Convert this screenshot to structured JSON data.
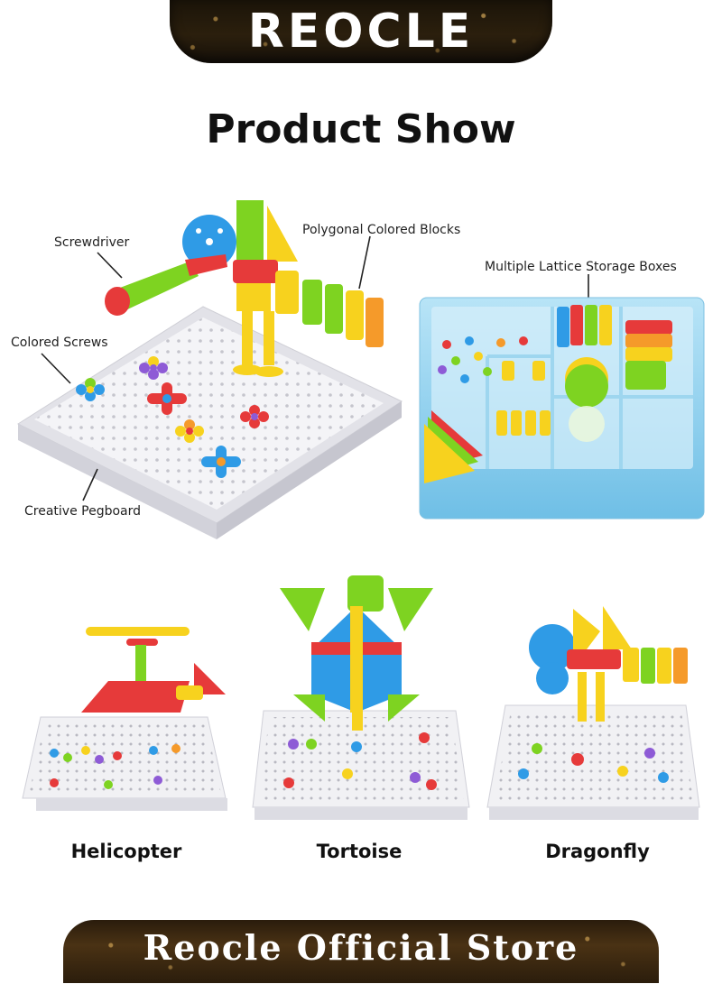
{
  "header": {
    "brand": "REOCLE"
  },
  "title": "Product Show",
  "callouts": {
    "screwdriver": "Screwdriver",
    "blocks": "Polygonal Colored Blocks",
    "storage": "Multiple Lattice Storage Boxes",
    "screws": "Colored Screws",
    "pegboard": "Creative Pegboard"
  },
  "models": [
    {
      "label": "Helicopter"
    },
    {
      "label": "Tortoise"
    },
    {
      "label": "Dragonfly"
    }
  ],
  "footer": {
    "store": "Reocle Official Store"
  },
  "colors": {
    "banner": "#2b1f0d",
    "red": "#e63a3a",
    "yellow": "#f7d21e",
    "green": "#7ed321",
    "blue": "#2f9be6",
    "purple": "#8e5bd6",
    "orange": "#f59a2a",
    "box_blue": "#8fd0f0",
    "board": "#f1f1f4"
  }
}
